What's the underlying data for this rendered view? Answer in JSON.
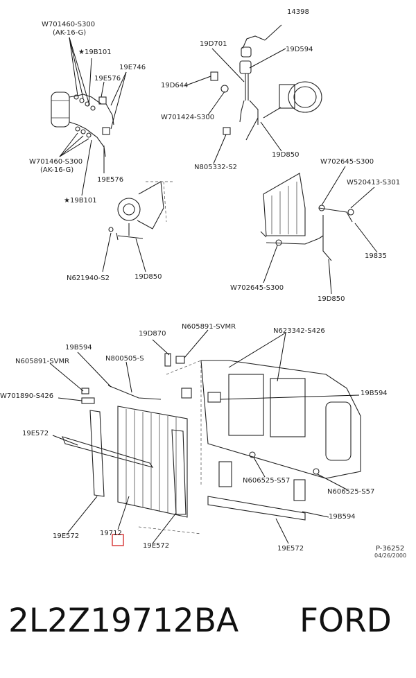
{
  "labels": {
    "l01": "W701460-S300",
    "l02": "(AK-16-G)",
    "l03": "★19B101",
    "l04": "19E746",
    "l05": "19E576",
    "l06": "W701460-S300",
    "l07": "(AK-16-G)",
    "l08": "19E576",
    "l09": "★19B101",
    "l10": "14398",
    "l11": "19D701",
    "l12": "19D594",
    "l13": "19D644",
    "l14": "W701424-S300",
    "l15": "N805332-S2",
    "l16": "19D850",
    "l17": "W702645-S300",
    "l18": "W520413-S301",
    "l19": "19835",
    "l20": "W702645-S300",
    "l21": "19D850",
    "l22": "N621940-S2",
    "l23": "19D850",
    "l24": "19D870",
    "l25": "N605891-SVMR",
    "l26": "N623342-S426",
    "l27": "19B594",
    "l28": "N605891-SVMR",
    "l29": "N800505-S",
    "l30": "W701890-S426",
    "l31": "19B594",
    "l32": "19E572",
    "l33": "N606525-S57",
    "l34": "N606525-S57",
    "l35": "19B594",
    "l36": "19E572",
    "l37": "19712",
    "l38": "19E572",
    "l39": "19E572",
    "l40": "P-36252",
    "l41": "04/26/2000"
  },
  "footer": {
    "part_number": "2L2Z19712BA",
    "brand": "FORD"
  },
  "colors": {
    "highlight": "#d94040",
    "line": "#222222"
  }
}
